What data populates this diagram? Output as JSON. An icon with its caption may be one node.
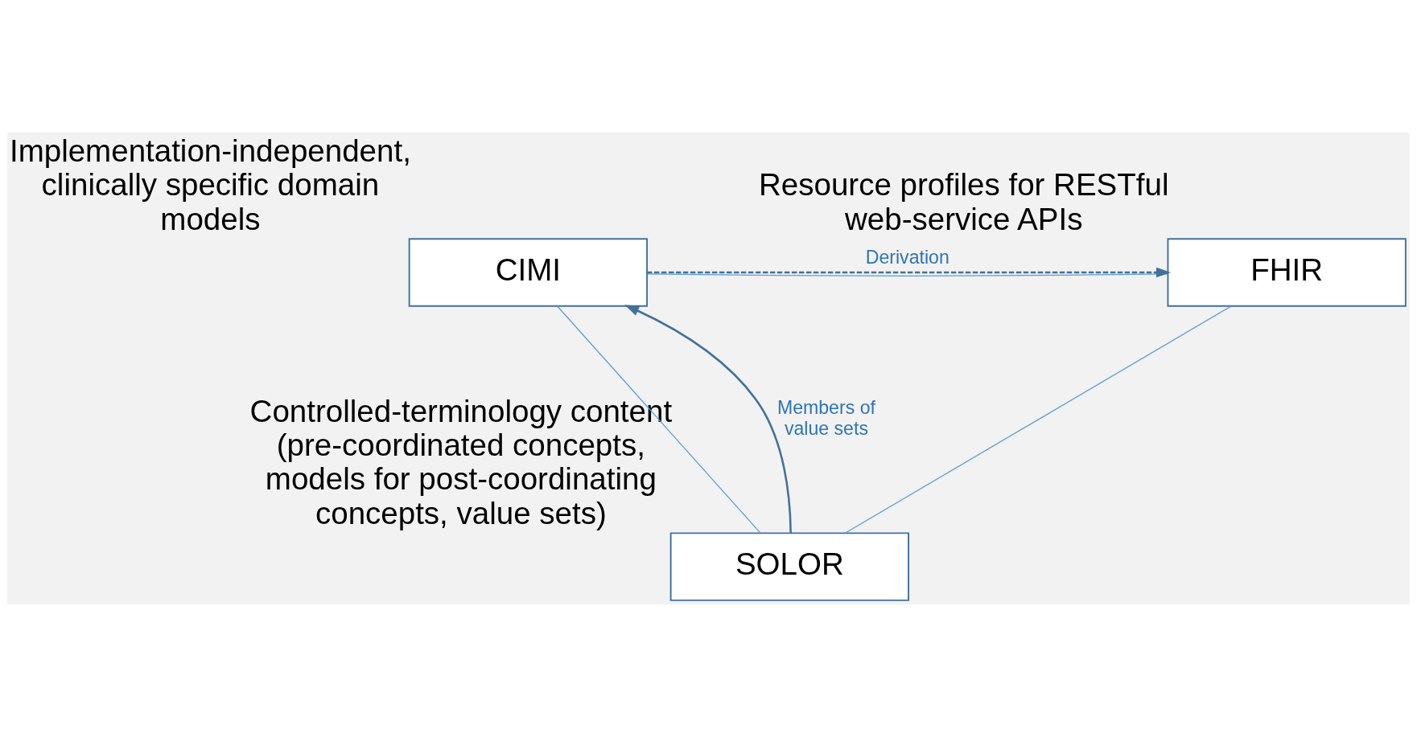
{
  "diagram": {
    "nodes": [
      {
        "text": [
          "CIMI"
        ],
        "beside": [
          "Implementation-independent, clinically specific domain models"
        ]
      },
      {
        "text": [
          "FHIR"
        ],
        "beside": [
          "Resource profiles for RESTful web-service APIs"
        ]
      },
      {
        "text": [
          "SOLOR"
        ],
        "beside": [
          "Controlled-terminology content (pre-coordinated concepts, models for post-coordinating concepts, value sets)"
        ]
      }
    ],
    "edges": [
      {
        "from": 0,
        "to": 1,
        "arrow": "none"
      },
      {
        "from": 0,
        "to": 2,
        "arrow": "none"
      },
      {
        "from": 1,
        "to": 2,
        "arrow": "none"
      },
      {
        "from": 0,
        "to": 1,
        "arrow": "to",
        "label": "Derivation",
        "style": "dashed",
        "color": "#41719c"
      },
      {
        "from": 2,
        "to": 0,
        "arrow": "to",
        "label": "Members of value sets",
        "color": "#41719c"
      }
    ]
  }
}
